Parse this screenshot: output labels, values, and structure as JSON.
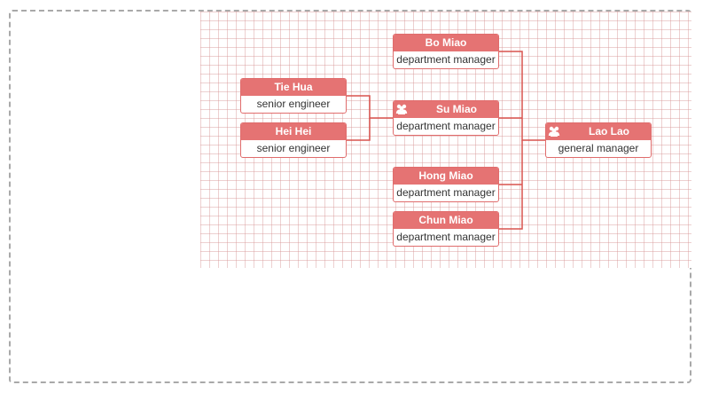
{
  "colors": {
    "node_header": "#e57373",
    "node_border": "#e06c6c",
    "link": "#d9534f",
    "frame_border": "#a9a9a9"
  },
  "nodes": {
    "tie_hua": {
      "name": "Tie Hua",
      "title": "senior engineer"
    },
    "hei_hei": {
      "name": "Hei Hei",
      "title": "senior engineer"
    },
    "bo_miao": {
      "name": "Bo Miao",
      "title": "department manager"
    },
    "su_miao": {
      "name": "Su Miao",
      "title": "department manager",
      "icon": "group-icon"
    },
    "hong_miao": {
      "name": "Hong Miao",
      "title": "department manager"
    },
    "chun_miao": {
      "name": "Chun Miao",
      "title": "department manager"
    },
    "lao_lao": {
      "name": "Lao Lao",
      "title": "general manager",
      "icon": "group-icon"
    }
  }
}
